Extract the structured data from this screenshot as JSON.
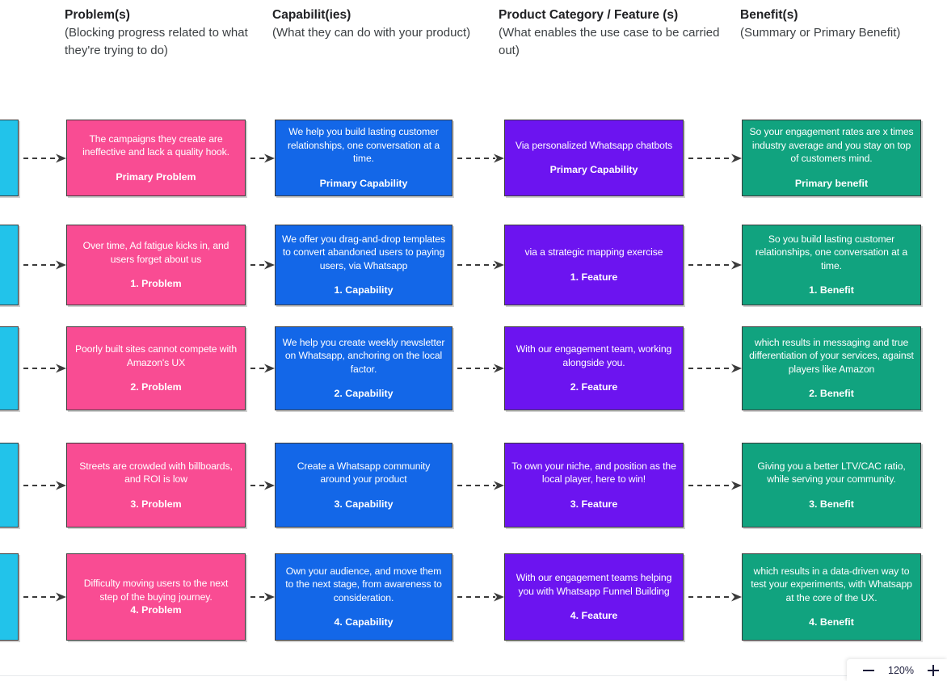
{
  "columns": [
    {
      "title": "Problem(s)",
      "subtitle": "(Blocking progress related to what they're trying to do)"
    },
    {
      "title": "Capabilit(ies)",
      "subtitle": "(What they can do with your product)"
    },
    {
      "title": "Product Category / Feature (s)",
      "subtitle": "(What enables the use case to be carried out)"
    },
    {
      "title": "Benefit(s)",
      "subtitle": "(Summary or Primary Benefit)"
    }
  ],
  "colors": {
    "source": "#22C3EA",
    "problem": "#F94C93",
    "capability": "#1367E8",
    "feature": "#6C14F0",
    "benefit": "#11A37F",
    "border": "#3b3b3b",
    "arrow": "#3b3b3b"
  },
  "rows": [
    {
      "problem": {
        "body": "The campaigns they create are ineffective and lack a quality hook.",
        "tag": "Primary Problem"
      },
      "capability": {
        "body": "We help you build lasting customer relationships, one conversation at a time.",
        "tag": "Primary Capability"
      },
      "feature": {
        "body": "Via personalized Whatsapp chatbots",
        "tag": "Primary Capability"
      },
      "benefit": {
        "body": "So your engagement rates are x times industry average and you stay on top of customers mind.",
        "tag": "Primary benefit"
      }
    },
    {
      "problem": {
        "body": "Over time, Ad fatigue kicks in, and users forget about us",
        "tag": "1. Problem"
      },
      "capability": {
        "body": "We offer you drag-and-drop templates to convert abandoned users to paying users, via Whatsapp",
        "tag": "1. Capability"
      },
      "feature": {
        "body": "via a strategic mapping exercise",
        "tag": "1. Feature"
      },
      "benefit": {
        "body": "So you build lasting customer relationships, one conversation at a time.",
        "tag": "1. Benefit"
      }
    },
    {
      "problem": {
        "body": "Poorly built sites cannot compete with Amazon's UX",
        "tag": "2. Problem"
      },
      "capability": {
        "body": "We help you create weekly newsletter on Whatsapp, anchoring on the local factor.",
        "tag": "2. Capability"
      },
      "feature": {
        "body": "With our engagement team, working alongside you.",
        "tag": "2. Feature"
      },
      "benefit": {
        "body": "which results in messaging and true differentiation of your services, against players like Amazon",
        "tag": "2. Benefit"
      }
    },
    {
      "problem": {
        "body": "Streets are crowded with billboards, and ROI is low",
        "tag": "3. Problem"
      },
      "capability": {
        "body": "Create a Whatsapp community around your product",
        "tag": "3. Capability"
      },
      "feature": {
        "body": "To own your niche, and position as the local player, here to win!",
        "tag": "3. Feature"
      },
      "benefit": {
        "body": "Giving you a better LTV/CAC ratio, while serving your community.",
        "tag": "3. Benefit"
      }
    },
    {
      "problem": {
        "body": "Difficulty moving users to the next step of the buying journey.",
        "tag": "4. Problem",
        "tight": true
      },
      "capability": {
        "body": "Own your audience, and move them to the next stage, from awareness to consideration.",
        "tag": "4. Capability"
      },
      "feature": {
        "body": "With our engagement teams helping you with Whatsapp Funnel Building",
        "tag": "4. Feature"
      },
      "benefit": {
        "body": "which results in a data-driven way to test your experiments, with Whatsapp at the core of the UX.",
        "tag": "4. Benefit"
      }
    }
  ],
  "zoom_control": {
    "zoom_out_label": "minus-icon",
    "level": "120%",
    "zoom_in_label": "plus-icon"
  }
}
